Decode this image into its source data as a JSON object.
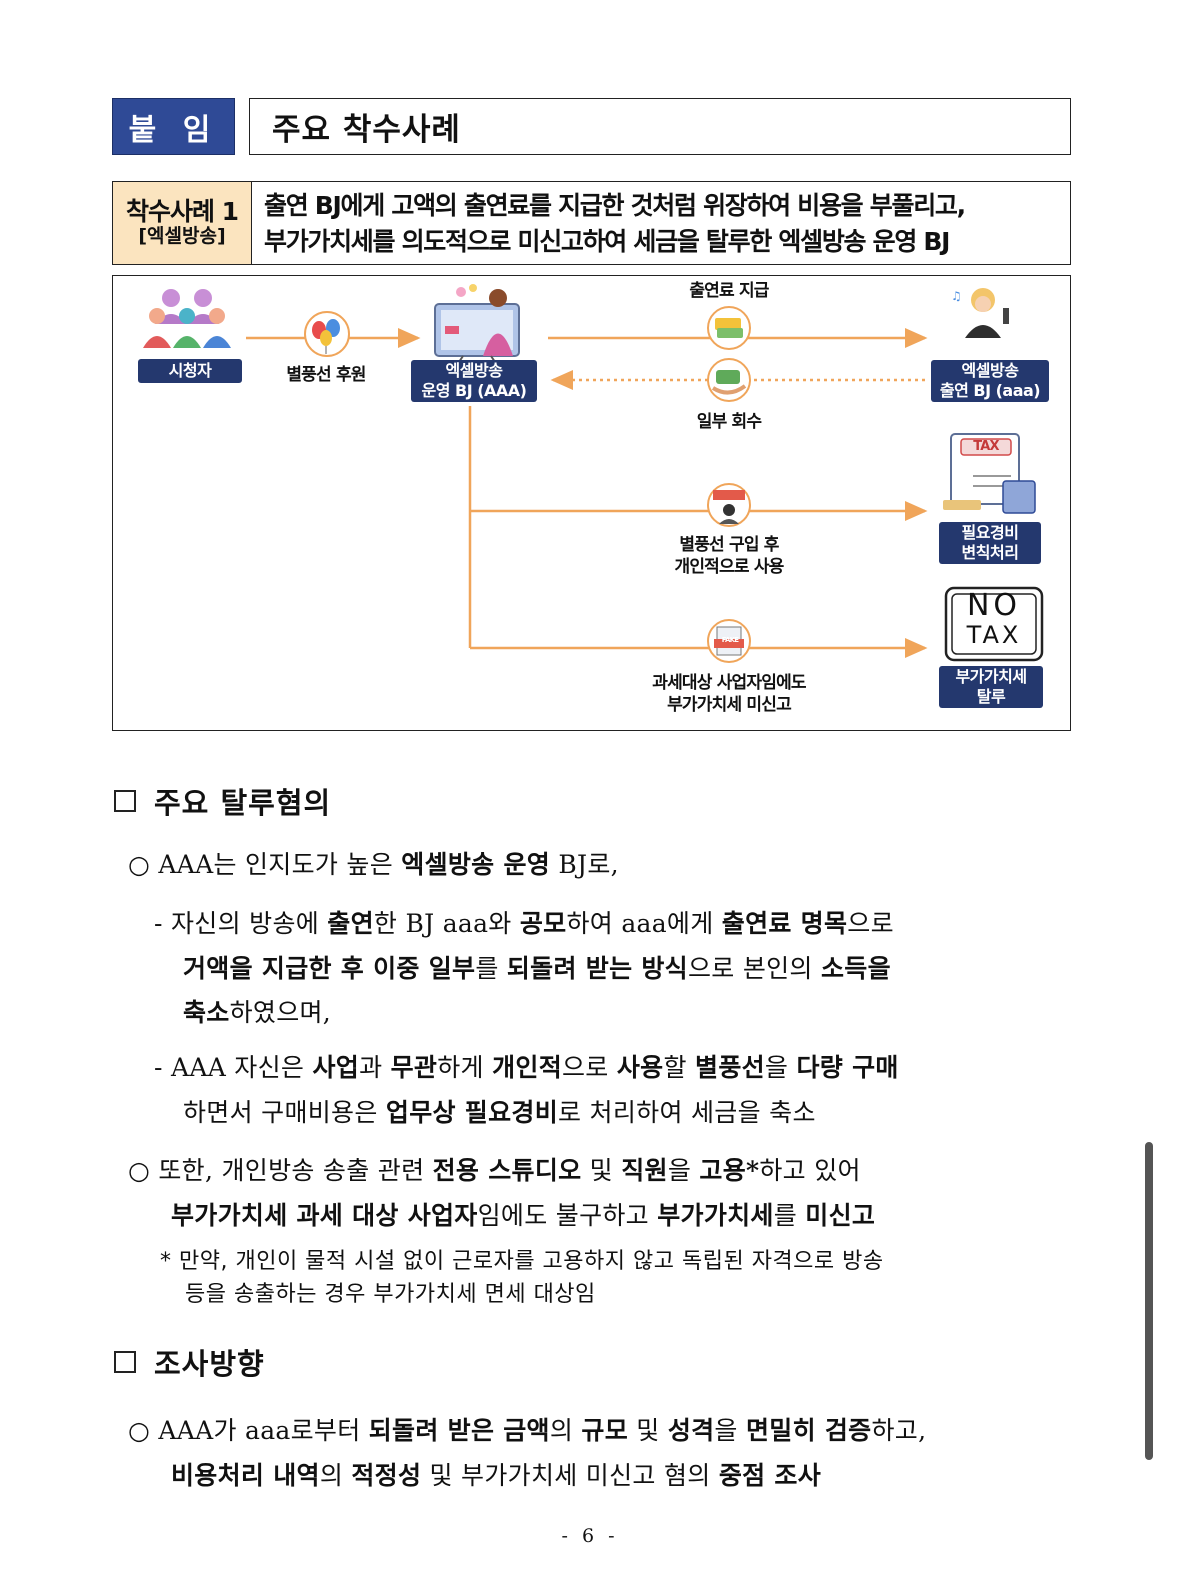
{
  "header": {
    "tag": "붙 임",
    "title": "주요 착수사례"
  },
  "case": {
    "label_line1": "착수사례 1",
    "label_line2": "[엑셀방송]",
    "desc_line1": "출연 BJ에게 고액의 출연료를 지급한 것처럼 위장하여 비용을 부풀리고,",
    "desc_line2": "부가가치세를 의도적으로 미신고하여 세금을 탈루한 엑셀방송 운영 BJ"
  },
  "diagram": {
    "viewer_label": "시청자",
    "balloon_sponsor": "별풍선 후원",
    "operator_label_1": "엑셀방송",
    "operator_label_2": "운영 BJ (AAA)",
    "appearance_fee": "출연료 지급",
    "partial_return": "일부 회수",
    "performer_label_1": "엑셀방송",
    "performer_label_2": "출연 BJ (aaa)",
    "tax_sign": "TAX",
    "expense_label_1": "필요경비",
    "expense_label_2": "변칙처리",
    "balloon_purchase_1": "별풍선 구입 후",
    "balloon_purchase_2": "개인적으로 사용",
    "notax_1": "NO",
    "notax_2": "TAX",
    "fake_sign": "FAKE",
    "vat_evasion_1": "부가가치세",
    "vat_evasion_2": "탈루",
    "taxable_1": "과세대상 사업자임에도",
    "taxable_2": "부가가치세 미신고"
  },
  "section1": {
    "heading": "주요 탈루혐의",
    "p1": {
      "t1": "AAA는 인지도가 높은 ",
      "b1": "엑셀방송 운영",
      "t2": " BJ로,"
    },
    "p2a": {
      "t1": "자신의 방송에 ",
      "b1": "출연",
      "t2": "한 BJ aaa와 ",
      "b2": "공모",
      "t3": "하여 aaa에게 ",
      "b3": "출연료 명목",
      "t4": "으로"
    },
    "p2b": {
      "b1": "거액을 지급한 후 이중 일부",
      "t1": "를 ",
      "b2": "되돌려 받는 방식",
      "t2": "으로 본인의 ",
      "b3": "소득을"
    },
    "p2c": {
      "b1": "축소",
      "t1": "하였으며,"
    },
    "p3a": {
      "t1": "AAA 자신은 ",
      "b1": "사업",
      "t2": "과 ",
      "b2": "무관",
      "t3": "하게 ",
      "b3": "개인적",
      "t4": "으로 ",
      "b4": "사용",
      "t5": "할 ",
      "b5": "별풍선",
      "t6": "을 ",
      "b6": "다량 구매"
    },
    "p3b": {
      "t1": "하면서 구매비용은 ",
      "b1": "업무상 필요경비",
      "t2": "로 처리하여 세금을 축소"
    },
    "p4a": {
      "t1": "또한, 개인방송 송출 관련 ",
      "b1": "전용 스튜디오",
      "t2": " 및 ",
      "b2": "직원",
      "t3": "을 ",
      "b3": "고용*",
      "t4": "하고 있어"
    },
    "p4b": {
      "b1": "부가가치세 과세 대상 사업자",
      "t1": "임에도 불구하고 ",
      "b2": "부가가치세",
      "t2": "를 ",
      "b3": "미신고"
    },
    "note1": "만약, 개인이 물적 시설 없이 근로자를 고용하지 않고 독립된 자격으로 방송",
    "note2": "등을 송출하는 경우 부가가치세 면세 대상임"
  },
  "section2": {
    "heading": "조사방향",
    "p1a": {
      "t1": "AAA가 aaa로부터 ",
      "b1": "되돌려 받은 금액",
      "t2": "의 ",
      "b2": "규모",
      "t3": " 및 ",
      "b3": "성격",
      "t4": "을 ",
      "b4": "면밀히 검증",
      "t5": "하고,"
    },
    "p1b": {
      "b1": "비용처리 내역",
      "t1": "의 ",
      "b2": "적정성",
      "t2": " 및 부가가치세 미신고 혐의 ",
      "b3": "중점 조사"
    }
  },
  "bullets": {
    "circle": "○",
    "dash": "-",
    "star": "*"
  },
  "footer": {
    "page": "- 6 -"
  }
}
